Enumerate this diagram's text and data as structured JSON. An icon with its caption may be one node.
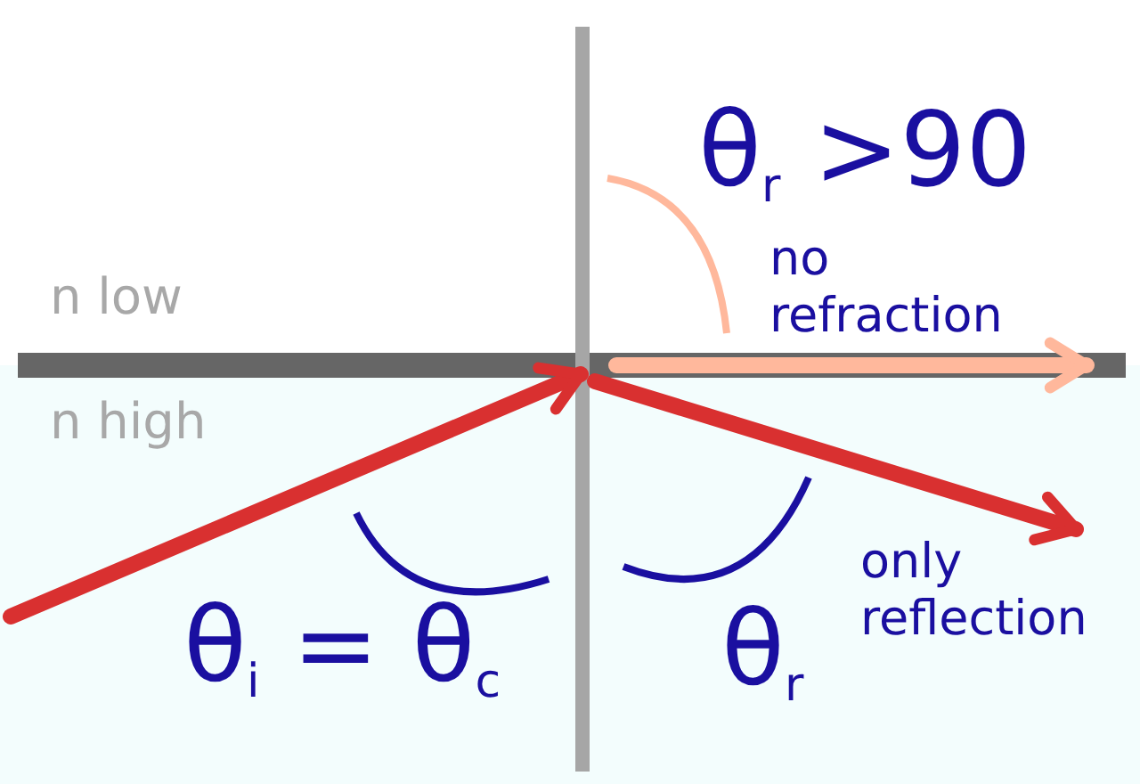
{
  "diagram": {
    "labels": [
      "n low",
      "n high",
      "θ$_{r}$ >90",
      "no refraction",
      "θ$_{i}$ = θ$_{c}$",
      "θ$_{r}$",
      "only reflection"
    ]
  }
}
